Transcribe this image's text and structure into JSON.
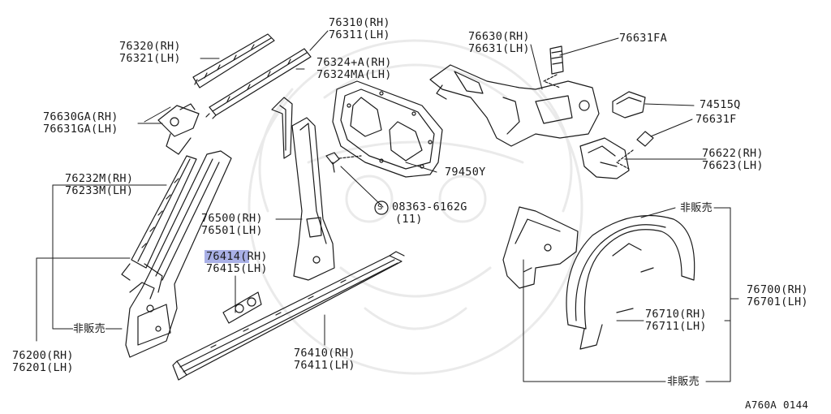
{
  "diagram_code": "A760A 0144",
  "labels": {
    "p76320": [
      "76320(RH)",
      "76321(LH)"
    ],
    "p76310": [
      "76310(RH)",
      "76311(LH)"
    ],
    "p76324": [
      "76324+A(RH)",
      "76324MA(LH)"
    ],
    "p76630": [
      "76630(RH)",
      "76631(LH)"
    ],
    "p76631fa": [
      "76631FA"
    ],
    "p74515q": [
      "74515Q"
    ],
    "p76631f": [
      "76631F"
    ],
    "p76622": [
      "76622(RH)",
      "76623(LH)"
    ],
    "p76630ga": [
      "76630GA(RH)",
      "76631GA(LH)"
    ],
    "p79450y": [
      "79450Y"
    ],
    "p76232m": [
      "76232M(RH)",
      "76233M(LH)"
    ],
    "p08363": [
      "08363-6162G",
      "(11)"
    ],
    "p76500": [
      "76500(RH)",
      "76501(LH)"
    ],
    "p76414": [
      "76414(RH)",
      "76415(LH)"
    ],
    "p76700": [
      "76700(RH)",
      "76701(LH)"
    ],
    "p76710": [
      "76710(RH)",
      "76711(LH)"
    ],
    "p76410": [
      "76410(RH)",
      "76411(LH)"
    ],
    "p76200": [
      "76200(RH)",
      "76201(LH)"
    ],
    "nfs_top": [
      "非販売"
    ],
    "nfs_left": [
      "非販売"
    ],
    "nfs_bottom": [
      "非販売"
    ]
  },
  "screw_symbol": "S",
  "highlight_color": "#a9b0e6"
}
